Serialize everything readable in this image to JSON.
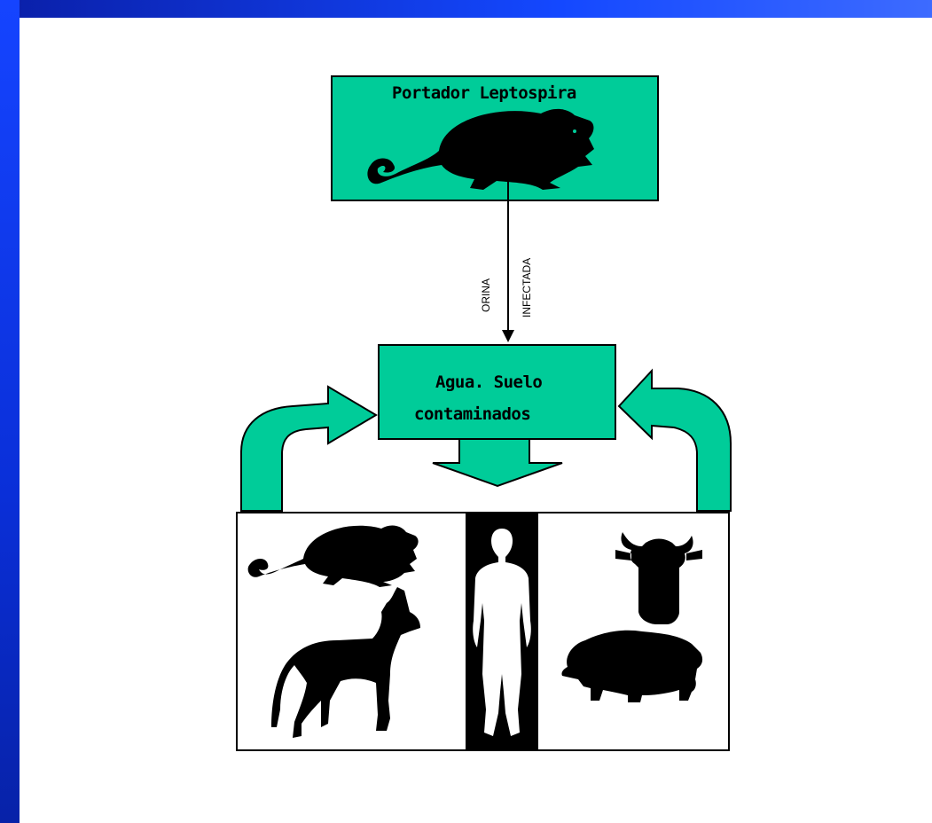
{
  "diagram": {
    "carrier_label": "Portador Leptospira",
    "arrow_label_1": "ORINA",
    "arrow_label_2": "INFECTADA",
    "environment_line1": "Agua. Suelo",
    "environment_line2": "contaminados"
  },
  "colors": {
    "background_frame": "#0a2fd8",
    "box_fill": "#00cc99",
    "silhouette": "#000000"
  },
  "icons": [
    "rat-icon",
    "dog-icon",
    "human-icon",
    "cow-icon",
    "pig-icon"
  ]
}
